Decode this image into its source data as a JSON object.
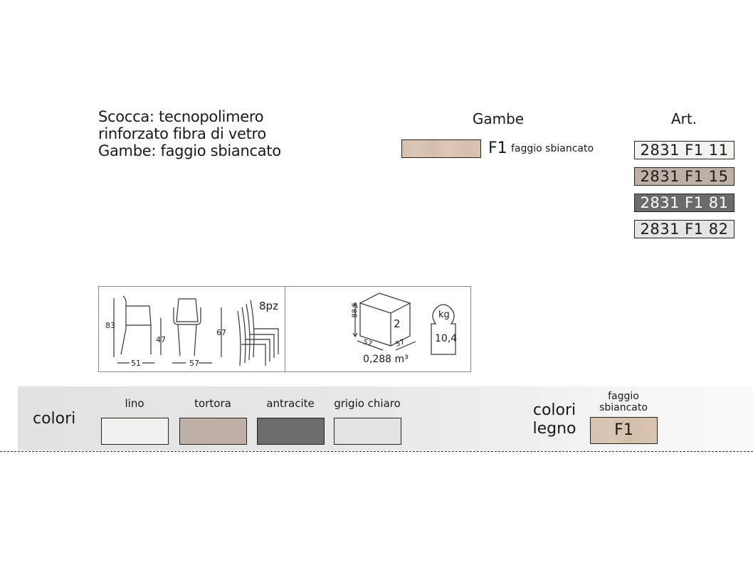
{
  "description": {
    "lines": [
      "Scocca: tecnopolimero",
      "rinforzato fibra di vetro",
      "Gambe: faggio sbiancato"
    ]
  },
  "legs": {
    "title": "Gambe",
    "code": "F1",
    "name": "faggio sbiancato",
    "swatch_color": "#d7c4af"
  },
  "articles": {
    "title": "Art.",
    "items": [
      {
        "code": "2831 F1 11",
        "bg": "#f2f2ee",
        "fg": "#1a1a1a"
      },
      {
        "code": "2831 F1 15",
        "bg": "#bfb0a6",
        "fg": "#1a1a1a"
      },
      {
        "code": "2831 F1 81",
        "bg": "#6b6b6b",
        "fg": "#ffffff"
      },
      {
        "code": "2831 F1 82",
        "bg": "#e4e4e4",
        "fg": "#1a1a1a"
      }
    ]
  },
  "specs": {
    "height_total": "83",
    "seat_height": "47",
    "arm_height": "67",
    "depth": "51",
    "width": "57",
    "stack": "8pz",
    "pack_height": "88,5",
    "pack_depth": "57",
    "pack_width": "57",
    "pack_qty": "2",
    "pack_volume": "0,288 m³",
    "weight_unit": "kg",
    "weight": "10,4"
  },
  "colors": {
    "label": "colori",
    "items": [
      {
        "name": "lino",
        "hex": "#f1f1ed"
      },
      {
        "name": "tortora",
        "hex": "#bfb0a6"
      },
      {
        "name": "antracite",
        "hex": "#6d6d6d"
      },
      {
        "name": "grigio chiaro",
        "hex": "#e3e3e3"
      }
    ]
  },
  "wood_colors": {
    "label_line1": "colori",
    "label_line2": "legno",
    "name_line1": "faggio",
    "name_line2": "sbiancato",
    "code": "F1",
    "hex": "#d7c4af"
  }
}
